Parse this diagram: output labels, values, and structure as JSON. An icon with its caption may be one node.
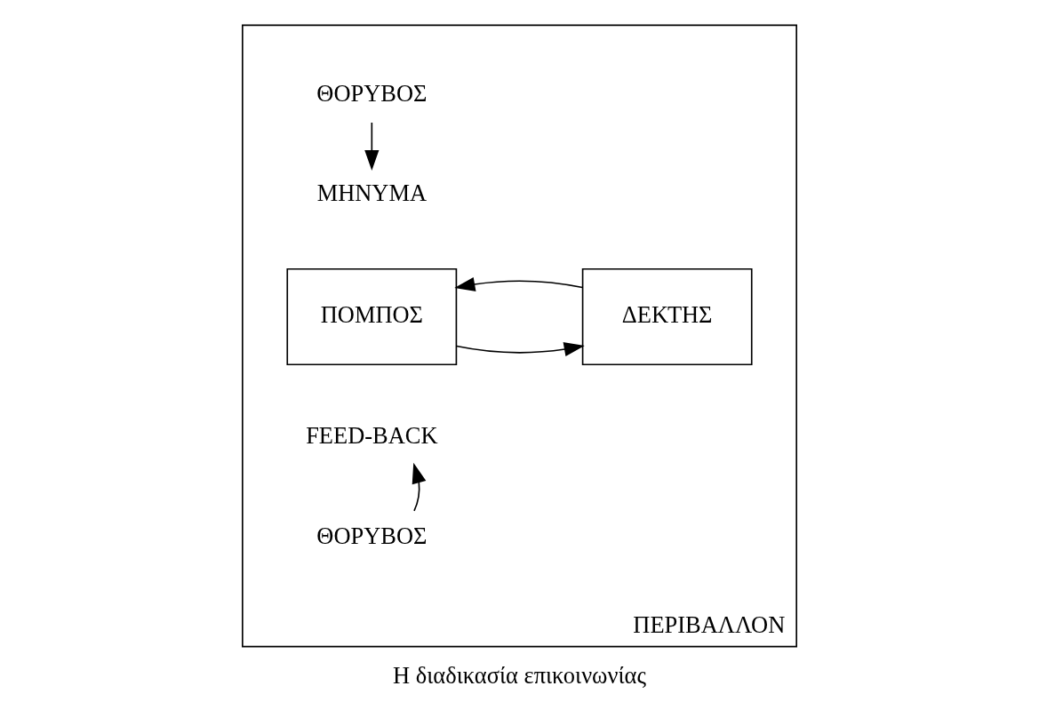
{
  "diagram": {
    "caption": "Η διαδικασία επικοινωνίας",
    "nodes": [
      {
        "text": [
          "ΠΕΡΙΒΑΛΛΟΝ"
        ]
      },
      {
        "text": [
          "ΘΟΡΥΒΟΣ"
        ],
        "in": 0
      },
      {
        "text": [
          "ΜΗΝΥΜΑ"
        ],
        "in": 0
      },
      {
        "text": [
          "ΠΟΜΠΟΣ"
        ],
        "in": 0
      },
      {
        "text": [
          "ΔΕΚΤΗΣ"
        ],
        "in": 0
      },
      {
        "text": [
          "FEED-BACK"
        ],
        "in": 0
      },
      {
        "text": [
          "ΘΟΡΥΒΟΣ"
        ],
        "in": 0
      }
    ],
    "edges": [
      {
        "from": 1,
        "to": 2,
        "arrow": "to"
      },
      {
        "from": 3,
        "to": 4,
        "arrow": "to"
      },
      {
        "from": 4,
        "to": 3,
        "arrow": "to"
      },
      {
        "from": 6,
        "to": 5,
        "arrow": "to"
      }
    ]
  }
}
